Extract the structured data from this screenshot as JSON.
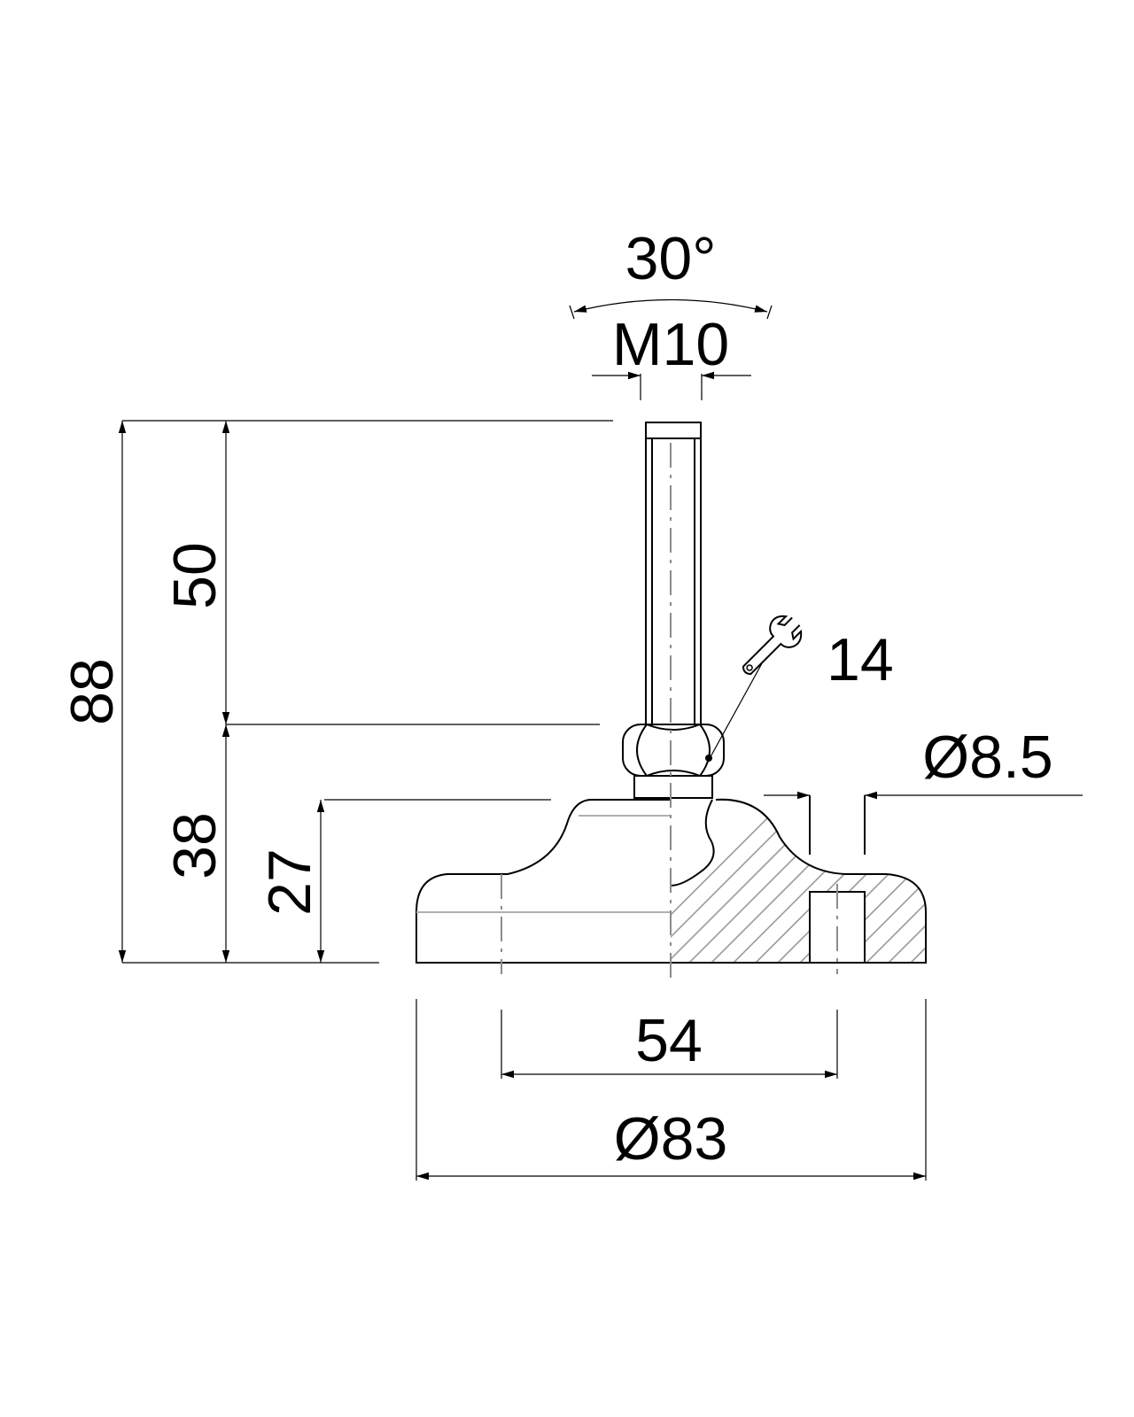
{
  "dimensions": {
    "angle": "30°",
    "thread": "M10",
    "overall_height": "88",
    "stud_length": "50",
    "lower_height": "38",
    "base_height": "27",
    "wrench_size": "14",
    "hole_diameter": "Ø8.5",
    "hole_spacing": "54",
    "base_diameter": "Ø83"
  },
  "icons": {
    "wrench": "wrench-icon"
  },
  "colors": {
    "lines": "#000000",
    "hatch": "#9a9a9a",
    "centerline": "#8c8c8c"
  }
}
